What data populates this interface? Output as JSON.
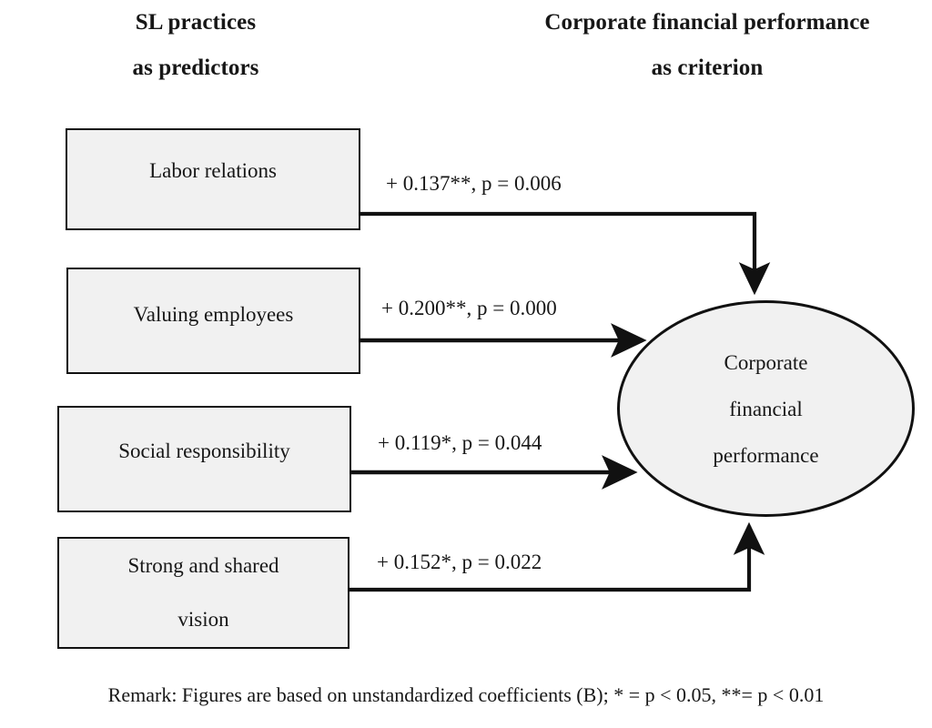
{
  "headings": {
    "left": {
      "line1": "SL practices",
      "line2": "as predictors"
    },
    "right": {
      "line1": "Corporate financial performance",
      "line2": "as criterion"
    }
  },
  "predictors": [
    {
      "id": "labor-relations",
      "line1": "Labor relations",
      "line2": ""
    },
    {
      "id": "valuing-employees",
      "line1": "Valuing employees",
      "line2": ""
    },
    {
      "id": "social-responsibility",
      "line1": "Social responsibility",
      "line2": ""
    },
    {
      "id": "strong-shared-vision",
      "line1": "Strong and shared",
      "line2": "vision"
    }
  ],
  "criterion": {
    "line1": "Corporate",
    "line2": "financial",
    "line3": "performance"
  },
  "paths": [
    {
      "from": "labor-relations",
      "to": "criterion",
      "label": "+ 0.137**, p = 0.006",
      "coefficient": 0.137,
      "p_value": 0.006,
      "significance": "**",
      "sign": "+"
    },
    {
      "from": "valuing-employees",
      "to": "criterion",
      "label": "+ 0.200**, p = 0.000",
      "coefficient": 0.2,
      "p_value": 0.0,
      "significance": "**",
      "sign": "+"
    },
    {
      "from": "social-responsibility",
      "to": "criterion",
      "label": "+ 0.119*, p = 0.044",
      "coefficient": 0.119,
      "p_value": 0.044,
      "significance": "*",
      "sign": "+"
    },
    {
      "from": "strong-shared-vision",
      "to": "criterion",
      "label": "+ 0.152*, p = 0.022",
      "coefficient": 0.152,
      "p_value": 0.022,
      "significance": "*",
      "sign": "+"
    }
  ],
  "remark": "Remark: Figures are based on unstandardized coefficients (B); * = p < 0.05, **= p < 0.01",
  "colors": {
    "box_fill": "#f1f1f1",
    "stroke": "#111111",
    "text": "#171717",
    "background": "#ffffff"
  }
}
